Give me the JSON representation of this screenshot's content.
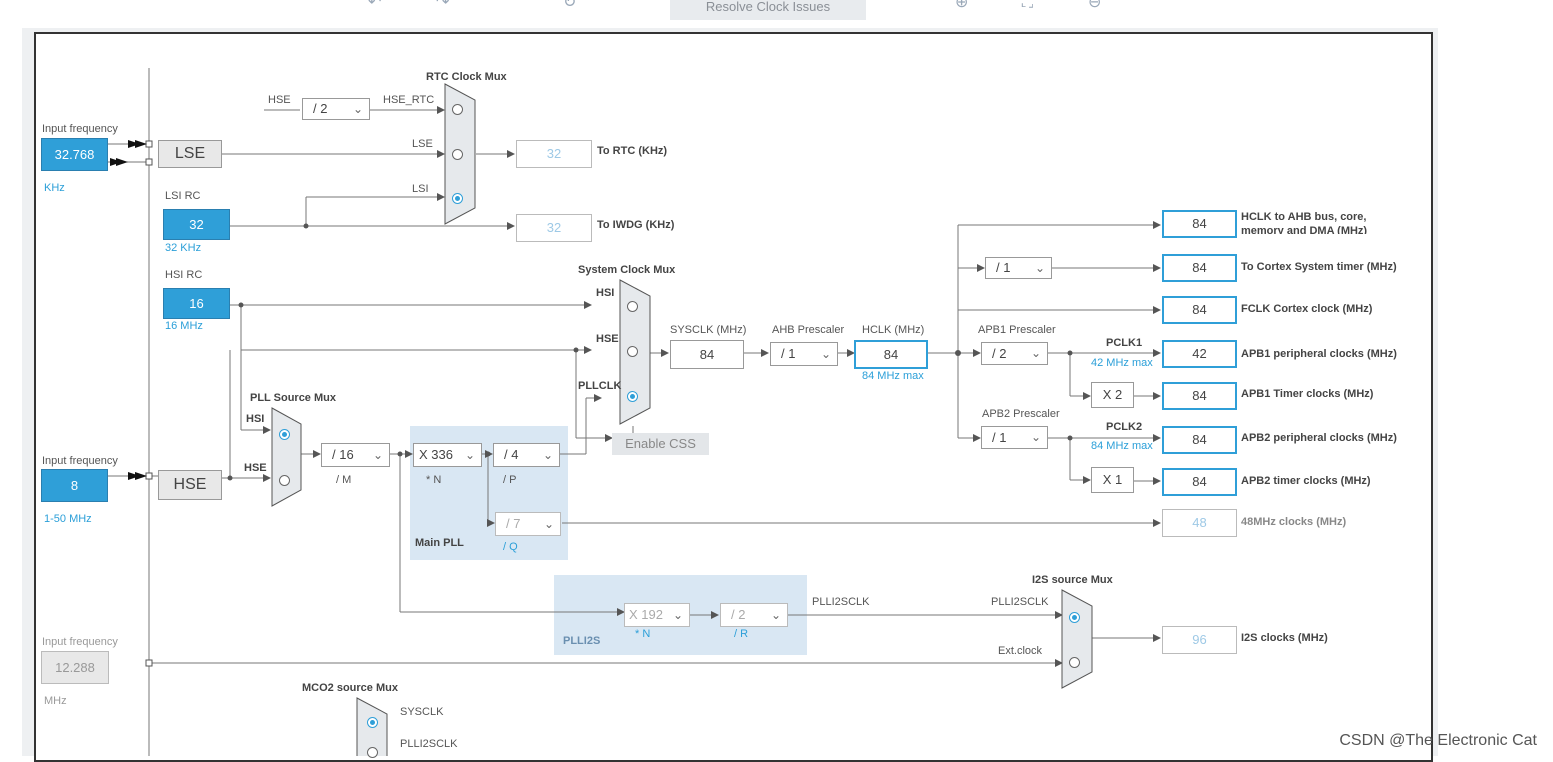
{
  "toolbar": {
    "undo_icon": "undo-icon",
    "redo_icon": "redo-icon",
    "refresh_icon": "refresh-icon",
    "resolve_label": "Resolve Clock Issues",
    "zoom_in_icon": "zoom-in-icon",
    "fit_icon": "fit-icon",
    "zoom_out_icon": "zoom-out-icon"
  },
  "colors": {
    "accent": "#2f9fd8",
    "region": "#d9e7f3",
    "frame": "#333333"
  },
  "lse": {
    "input_label": "Input frequency",
    "value": "32.768",
    "unit": "KHz",
    "box": "LSE"
  },
  "lsi": {
    "label": "LSI RC",
    "value": "32",
    "unit": "32 KHz"
  },
  "hsi": {
    "label": "HSI RC",
    "value": "16",
    "unit": "16 MHz"
  },
  "hse": {
    "input_label": "Input frequency",
    "value": "8",
    "unit": "1-50 MHz",
    "box": "HSE"
  },
  "ext": {
    "input_label": "Input frequency",
    "value": "12.288",
    "unit": "MHz"
  },
  "rtc": {
    "title": "RTC Clock Mux",
    "hse_in": "HSE",
    "div": "/ 2",
    "hse_rtc": "HSE_RTC",
    "lse_in": "LSE",
    "lsi_in": "LSI",
    "rtc_value": "32",
    "rtc_label": "To RTC (KHz)",
    "iwdg_value": "32",
    "iwdg_label": "To IWDG (KHz)"
  },
  "sysmux": {
    "title": "System Clock Mux",
    "hsi": "HSI",
    "hse": "HSE",
    "pllclk": "PLLCLK",
    "enable_css": "Enable CSS"
  },
  "sysclk": {
    "label": "SYSCLK (MHz)",
    "value": "84"
  },
  "ahb": {
    "label": "AHB Prescaler",
    "value": "/ 1"
  },
  "hclk": {
    "label": "HCLK (MHz)",
    "value": "84",
    "max": "84 MHz max"
  },
  "pllsrc": {
    "title": "PLL Source Mux",
    "hsi": "HSI",
    "hse": "HSE"
  },
  "pll": {
    "m_value": "/ 16",
    "m_label": "/ M",
    "n_value": "X 336",
    "n_label": "* N",
    "p_value": "/ 4",
    "p_label": "/ P",
    "q_value": "/ 7",
    "q_label": "/ Q",
    "title": "Main PLL"
  },
  "plli2s": {
    "title": "PLLI2S",
    "n_value": "X 192",
    "n_label": "* N",
    "r_value": "/ 2",
    "r_label": "/ R",
    "out_label": "PLLI2SCLK"
  },
  "i2smux": {
    "title": "I2S source Mux",
    "in1": "PLLI2SCLK",
    "in2": "Ext.clock",
    "value": "96",
    "label": "I2S clocks (MHz)"
  },
  "apb1": {
    "label": "APB1 Prescaler",
    "value": "/ 2",
    "pclk": "PCLK1",
    "max": "42 MHz max",
    "mult": "X 2"
  },
  "apb2": {
    "label": "APB2 Prescaler",
    "value": "/ 1",
    "pclk": "PCLK2",
    "max": "84 MHz max",
    "mult": "X 1"
  },
  "cortex_div": "/ 1",
  "outputs": [
    {
      "value": "84",
      "label": "HCLK to AHB bus, core, memory and DMA (MHz)"
    },
    {
      "value": "84",
      "label": "To Cortex System timer (MHz)"
    },
    {
      "value": "84",
      "label": "FCLK Cortex clock (MHz)"
    },
    {
      "value": "42",
      "label": "APB1 peripheral clocks (MHz)"
    },
    {
      "value": "84",
      "label": "APB1 Timer clocks (MHz)"
    },
    {
      "value": "84",
      "label": "APB2 peripheral clocks (MHz)"
    },
    {
      "value": "84",
      "label": "APB2 timer clocks (MHz)"
    },
    {
      "value": "48",
      "label": "48MHz clocks (MHz)"
    }
  ],
  "mco2": {
    "title": "MCO2 source Mux",
    "in1": "SYSCLK",
    "in2": "PLLI2SCLK"
  },
  "watermark": "CSDN @The Electronic Cat"
}
